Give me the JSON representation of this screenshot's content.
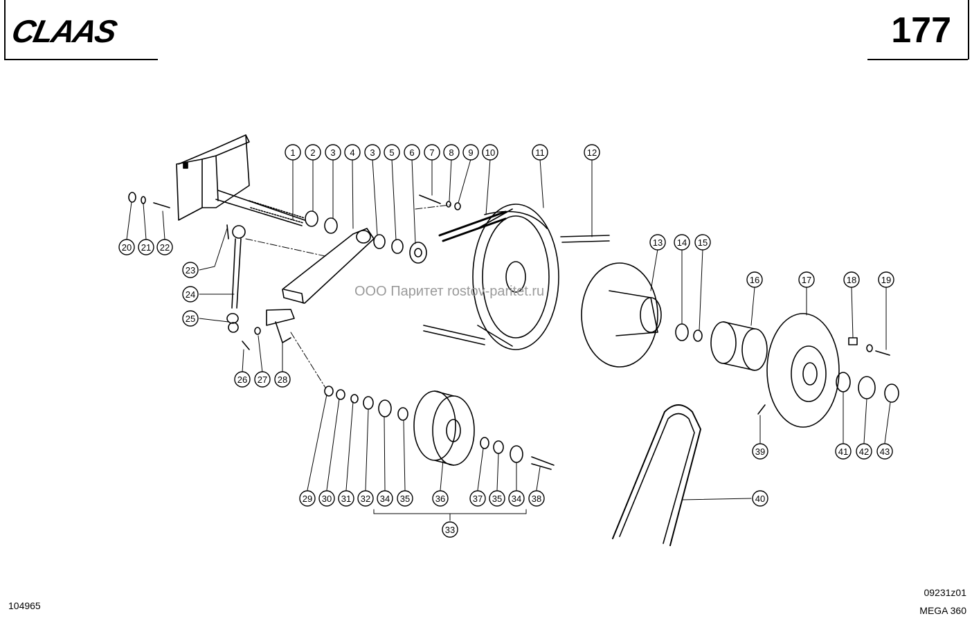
{
  "header": {
    "brand": "CLAAS",
    "page_number": "177"
  },
  "footer": {
    "document_id": "104965",
    "reference_code": "09231z01",
    "model": "MEGA 360"
  },
  "watermark": "ООО Паритет   rostov-paritet.ru",
  "callouts": [
    {
      "n": "1"
    },
    {
      "n": "2"
    },
    {
      "n": "3"
    },
    {
      "n": "4"
    },
    {
      "n": "3"
    },
    {
      "n": "5"
    },
    {
      "n": "6"
    },
    {
      "n": "7"
    },
    {
      "n": "8"
    },
    {
      "n": "9"
    },
    {
      "n": "10"
    },
    {
      "n": "11"
    },
    {
      "n": "12"
    },
    {
      "n": "13"
    },
    {
      "n": "14"
    },
    {
      "n": "15"
    },
    {
      "n": "16"
    },
    {
      "n": "17"
    },
    {
      "n": "18"
    },
    {
      "n": "19"
    },
    {
      "n": "20"
    },
    {
      "n": "21"
    },
    {
      "n": "22"
    },
    {
      "n": "23"
    },
    {
      "n": "24"
    },
    {
      "n": "25"
    },
    {
      "n": "26"
    },
    {
      "n": "27"
    },
    {
      "n": "28"
    },
    {
      "n": "29"
    },
    {
      "n": "30"
    },
    {
      "n": "31"
    },
    {
      "n": "32"
    },
    {
      "n": "34"
    },
    {
      "n": "35"
    },
    {
      "n": "36"
    },
    {
      "n": "37"
    },
    {
      "n": "35"
    },
    {
      "n": "34"
    },
    {
      "n": "38"
    },
    {
      "n": "33"
    },
    {
      "n": "39"
    },
    {
      "n": "40"
    },
    {
      "n": "41"
    },
    {
      "n": "42"
    },
    {
      "n": "43"
    }
  ]
}
